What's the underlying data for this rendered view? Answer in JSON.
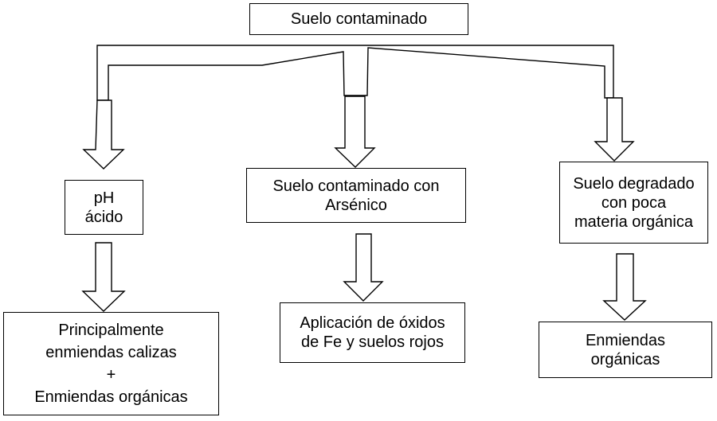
{
  "diagram": {
    "root": {
      "line1": "Suelo contaminado"
    },
    "branches": [
      {
        "condition": {
          "line1": "pH",
          "line2": "ácido"
        },
        "result": {
          "line1": "Principalmente",
          "line2": "enmiendas calizas",
          "line3": "+",
          "line4": "Enmiendas orgánicas"
        }
      },
      {
        "condition": {
          "line1": "Suelo contaminado con",
          "line2": "Arsénico"
        },
        "result": {
          "line1": "Aplicación de óxidos",
          "line2": "de Fe y suelos rojos"
        }
      },
      {
        "condition": {
          "line1": "Suelo degradado",
          "line2": "con poca",
          "line3": "materia orgánica"
        },
        "result": {
          "line1": "Enmiendas",
          "line2": "orgánicas"
        }
      }
    ]
  },
  "colors": {
    "stroke": "#000000",
    "fill": "#ffffff",
    "text": "#000000"
  }
}
